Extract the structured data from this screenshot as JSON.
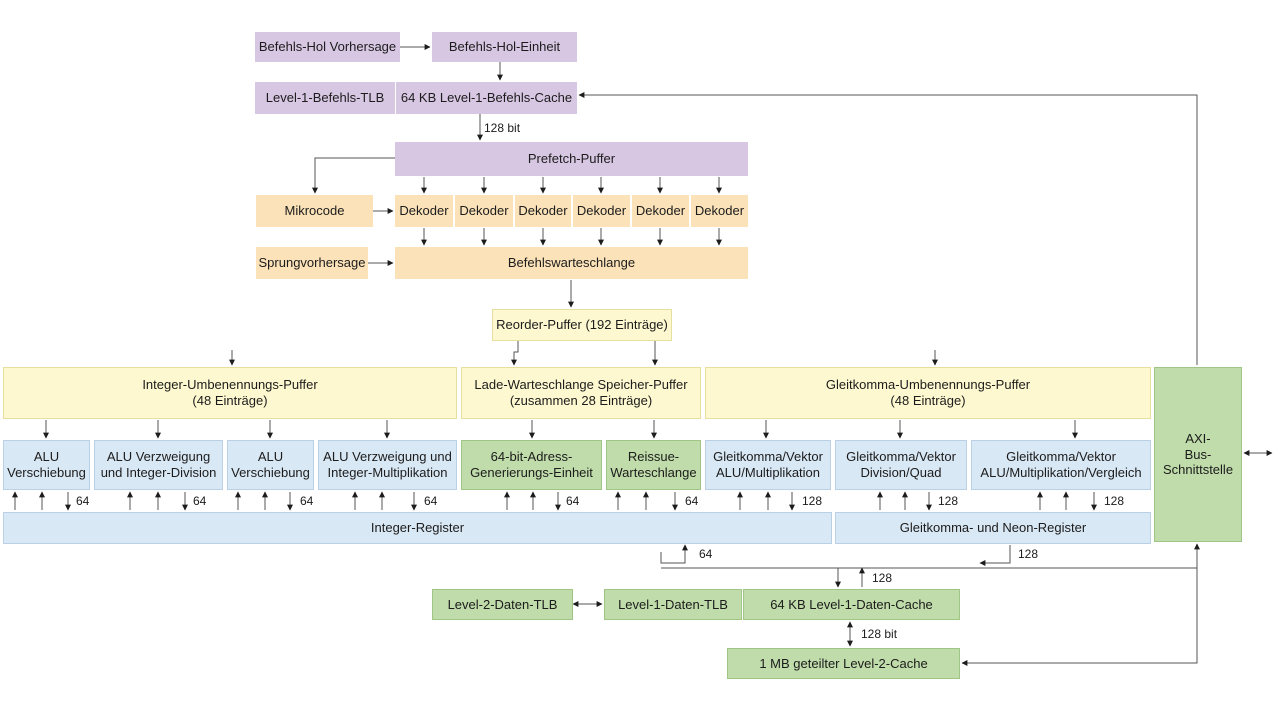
{
  "fetch": {
    "predictor": "Befehls-Hol Vorhersage",
    "unit": "Befehls-Hol-Einheit",
    "itlb": "Level-1-Befehls-TLB",
    "icache": "64 KB Level-1-Befehls-Cache",
    "bus_width": "128 bit",
    "prefetch": "Prefetch-Puffer"
  },
  "decode": {
    "microcode": "Mikrocode",
    "decoders": [
      "Dekoder",
      "Dekoder",
      "Dekoder",
      "Dekoder",
      "Dekoder",
      "Dekoder"
    ],
    "branch_pred": "Sprungvorhersage",
    "queue": "Befehlswarteschlange"
  },
  "reorder": "Reorder-Puffer (192 Einträge)",
  "rename": {
    "integer": "Integer-Umbenennungs-Puffer\n(48 Einträge)",
    "loadstore": "Lade-Warteschlange    Speicher-Puffer\n(zusammen 28 Einträge)",
    "float": "Gleitkomma-Umbenennungs-Puffer\n(48 Einträge)"
  },
  "exec_units": {
    "alu1": "ALU\nVerschiebung",
    "alu_div": "ALU Verzweigung\nund Integer-Division",
    "alu2": "ALU\nVerschiebung",
    "alu_mul": "ALU Verzweigung und\nInteger-Multiplikation",
    "agu": "64-bit-Adress-\nGenerierungs-Einheit",
    "reissue": "Reissue-\nWarteschlange",
    "fp1": "Gleitkomma/Vektor\nALU/Multiplikation",
    "fp2": "Gleitkomma/Vektor\nDivision/Quad",
    "fp3": "Gleitkomma/Vektor\nALU/Multiplikation/Vergleich"
  },
  "registers": {
    "integer": "Integer-Register",
    "float": "Gleitkomma- und Neon-Register"
  },
  "bus_labels": {
    "w64": "64",
    "w128": "128",
    "w128bit": "128 bit"
  },
  "axi": "AXI-\nBus-\nSchnittstelle",
  "memory": {
    "l2tlb": "Level-2-Daten-TLB",
    "l1tlb": "Level-1-Daten-TLB",
    "dcache": "64 KB Level-1-Daten-Cache",
    "l2cache": "1 MB geteilter Level-2-Cache"
  },
  "colors": {
    "fetch": "#d7c7e3",
    "decode": "#fbe2b8",
    "rename": "#fdf8cf",
    "exec": "#d9e8f5",
    "memory": "#bfdcaa"
  }
}
